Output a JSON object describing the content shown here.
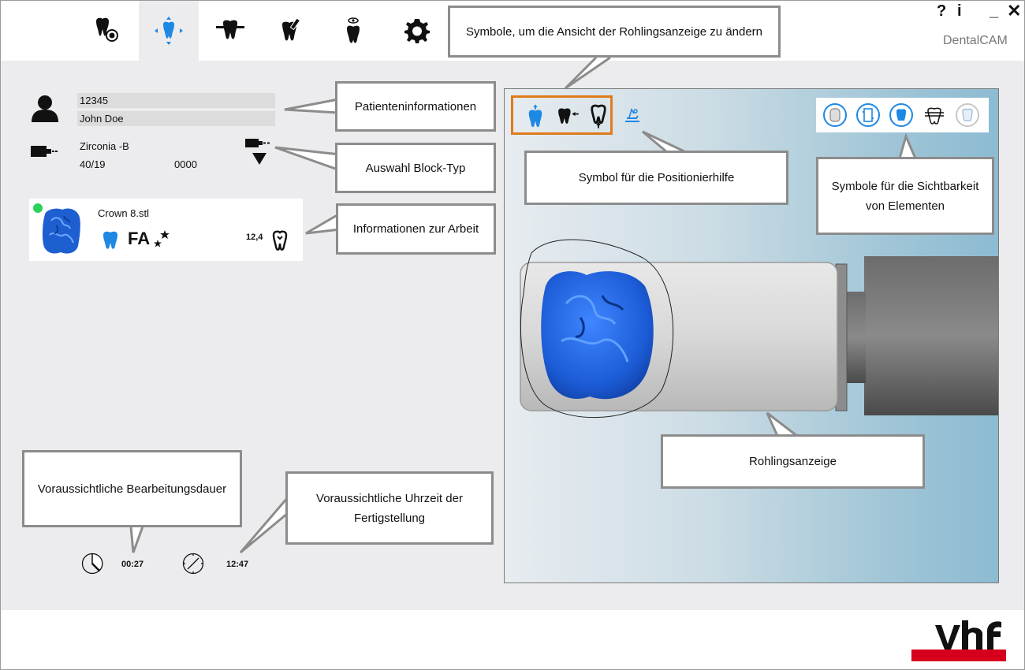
{
  "window": {
    "help_label": "?",
    "info_label": "i",
    "minimize_label": "_",
    "close_label": "✕",
    "brand": "DentalCAM"
  },
  "toolbar": {
    "active_index": 1,
    "items": [
      {
        "icon": "tooth-select-icon"
      },
      {
        "icon": "tooth-position-icon"
      },
      {
        "icon": "tooth-connectors-icon"
      },
      {
        "icon": "tooth-tool-icon"
      },
      {
        "icon": "tooth-preview-icon"
      },
      {
        "icon": "gear-icon"
      }
    ]
  },
  "patient": {
    "id": "12345",
    "name": "John Doe"
  },
  "block": {
    "material": "Zirconia -B",
    "size": "40/19",
    "code": "0000"
  },
  "job": {
    "file": "Crown 8.stl",
    "status_color": "#2ad15a",
    "type_label": "FA",
    "value": "12,4"
  },
  "times": {
    "duration": "00:27",
    "finish": "12:47"
  },
  "callouts": {
    "view_symbols": "Symbole, um die Ansicht der Rohlingsanzeige zu ändern",
    "patient_info": "Patienteninformationen",
    "block_type": "Auswahl Block-Typ",
    "job_info": "Informationen zur Arbeit",
    "positioning_aid": "Symbol für die Positionierhilfe",
    "visibility_line1": "Symbole für die Sichtbarkeit",
    "visibility_line2": "von Elementen",
    "blank_display": "Rohlingsanzeige",
    "duration": "Voraussichtliche Bearbeitungsdauer",
    "finish_line1": "Voraussichtliche Uhrzeit der",
    "finish_line2": "Fertigstellung"
  },
  "colors": {
    "accent_blue": "#1e88e5",
    "highlight_orange": "#e07b1a",
    "brand_red": "#d6001c"
  }
}
